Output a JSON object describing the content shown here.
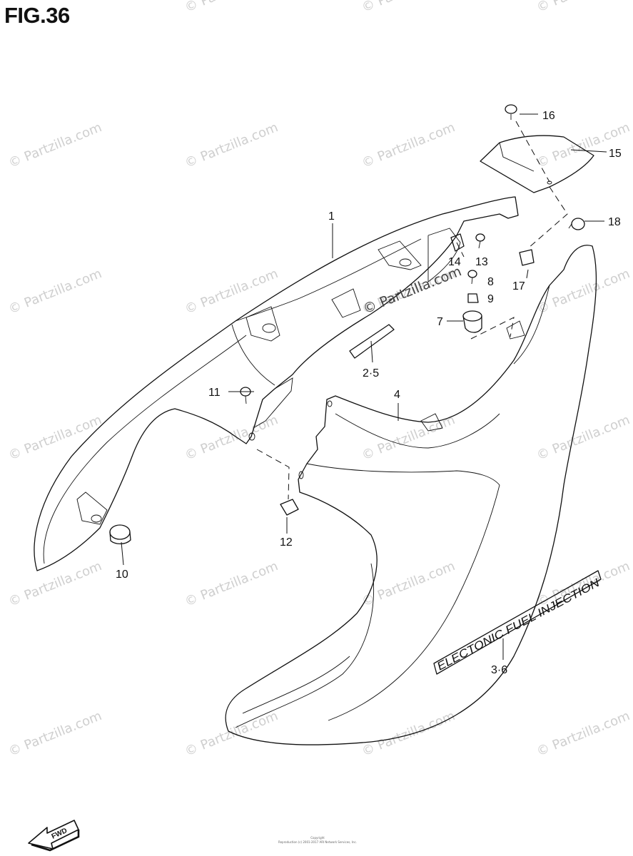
{
  "figure": {
    "title": "FIG.36"
  },
  "watermark": {
    "text": "© Partzilla.com"
  },
  "decal": {
    "text": "ELECTONIC FUEL INJECTION"
  },
  "fwd": {
    "label": "FWD"
  },
  "callouts": [
    {
      "id": "c1",
      "text": "1"
    },
    {
      "id": "c25",
      "text": "2·5"
    },
    {
      "id": "c36",
      "text": "3·6"
    },
    {
      "id": "c4",
      "text": "4"
    },
    {
      "id": "c7",
      "text": "7"
    },
    {
      "id": "c8",
      "text": "8"
    },
    {
      "id": "c9",
      "text": "9"
    },
    {
      "id": "c10",
      "text": "10"
    },
    {
      "id": "c11",
      "text": "11"
    },
    {
      "id": "c12",
      "text": "12"
    },
    {
      "id": "c13",
      "text": "13"
    },
    {
      "id": "c14",
      "text": "14"
    },
    {
      "id": "c15",
      "text": "15"
    },
    {
      "id": "c16",
      "text": "16"
    },
    {
      "id": "c17",
      "text": "17"
    },
    {
      "id": "c18",
      "text": "18"
    }
  ],
  "copyright": {
    "line1": "Copyright",
    "line2": "Reproduction (c) 2001-2017 ARI Network Services, Inc."
  }
}
